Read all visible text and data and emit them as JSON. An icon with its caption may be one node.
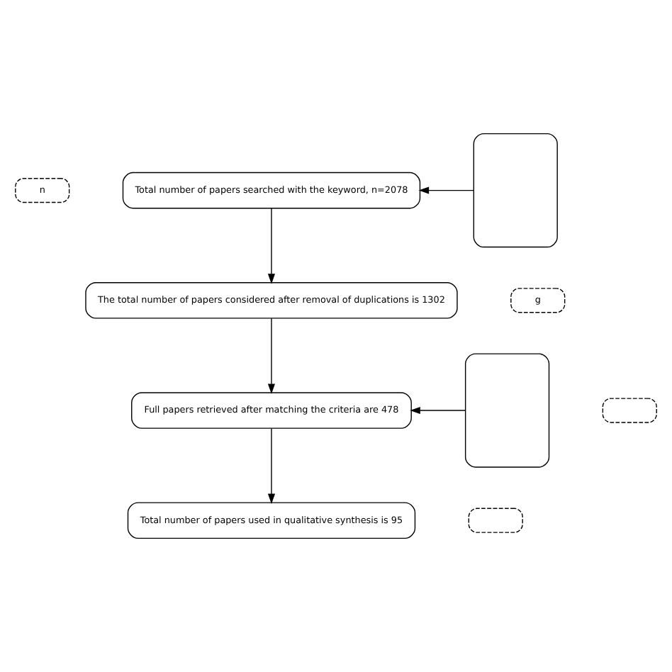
{
  "diagram": {
    "nodes": [
      {
        "text": [
          "n"
        ]
      },
      {
        "text": [
          "Total number of papers searched with the keyword, n=2078"
        ]
      },
      {
        "text": [],
        "shape": "box"
      },
      {
        "text": [
          "g"
        ]
      },
      {
        "text": [
          "The total number of papers considered after removal of duplications is 1302"
        ]
      },
      {
        "text": [],
        "shape": "box"
      },
      {
        "text": [
          "Full papers retrieved after matching the criteria are 478"
        ]
      },
      {
        "text": [],
        "shape": "box"
      },
      {
        "text": [],
        "shape": "box"
      },
      {
        "text": [
          "Total number of papers used in qualitative synthesis is 95"
        ]
      }
    ],
    "edges": [
      {
        "from": 1,
        "to": 4,
        "arrow": "to"
      },
      {
        "from": 4,
        "to": 6,
        "arrow": "to"
      },
      {
        "from": 6,
        "to": 9,
        "arrow": "to"
      },
      {
        "from": 2,
        "to": 1,
        "arrow": "to"
      },
      {
        "from": 7,
        "to": 6,
        "arrow": "to"
      }
    ]
  }
}
